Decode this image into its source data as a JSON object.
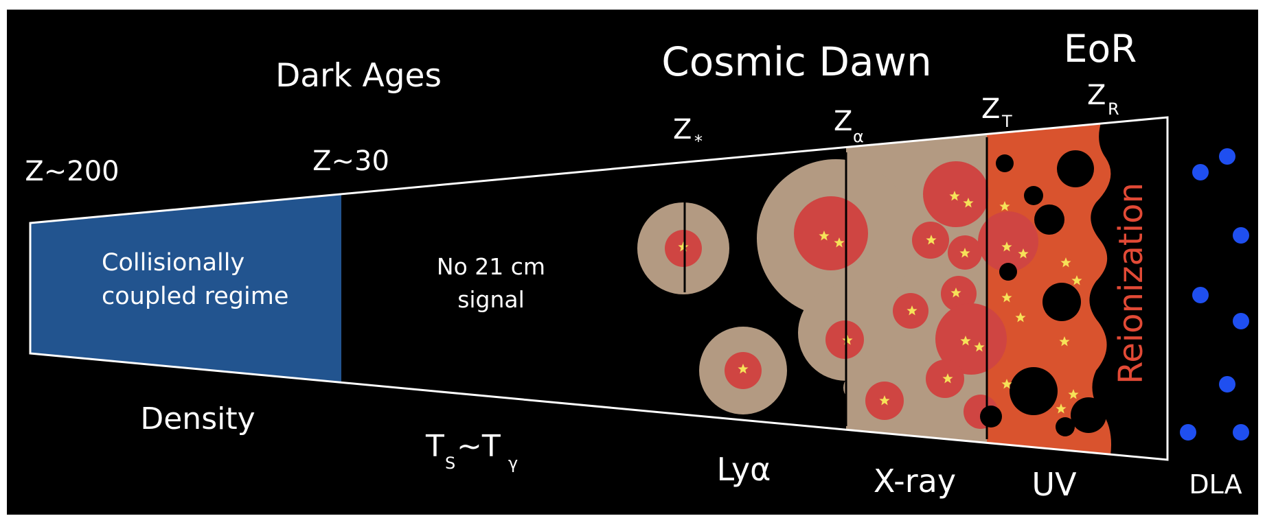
{
  "colors": {
    "background": "#000000",
    "collisional_blue": "#22548f",
    "halo_tan": "#b39a82",
    "core_red": "#cf4542",
    "reion_orange": "#d9532e",
    "reion_text": "#e24a36",
    "star_yellow": "#f6e259",
    "dla_blue": "#1f4ff0",
    "white": "#ffffff"
  },
  "labels": {
    "dark_ages": "Dark Ages",
    "cosmic_dawn": "Cosmic Dawn",
    "eor": "EoR",
    "z200": "Z~200",
    "z30": "Z~30",
    "z_star_base": "Z",
    "z_star_sub": "*",
    "z_alpha_base": "Z",
    "z_alpha_sub": "α",
    "z_t_base": "Z",
    "z_t_sub": "T",
    "z_r_base": "Z",
    "z_r_sub": "R",
    "collisional_line1": "Collisionally",
    "collisional_line2": "coupled regime",
    "no21_line1": "No 21 cm",
    "no21_line2": "signal",
    "reionization": "Reionization",
    "density": "Density",
    "ts_base1": "T",
    "ts_sub1": "S",
    "ts_tilde": "~T",
    "ts_sub2": "γ",
    "lya": "Lyα",
    "xray": "X-ray",
    "uv": "UV",
    "dla": "DLA"
  }
}
